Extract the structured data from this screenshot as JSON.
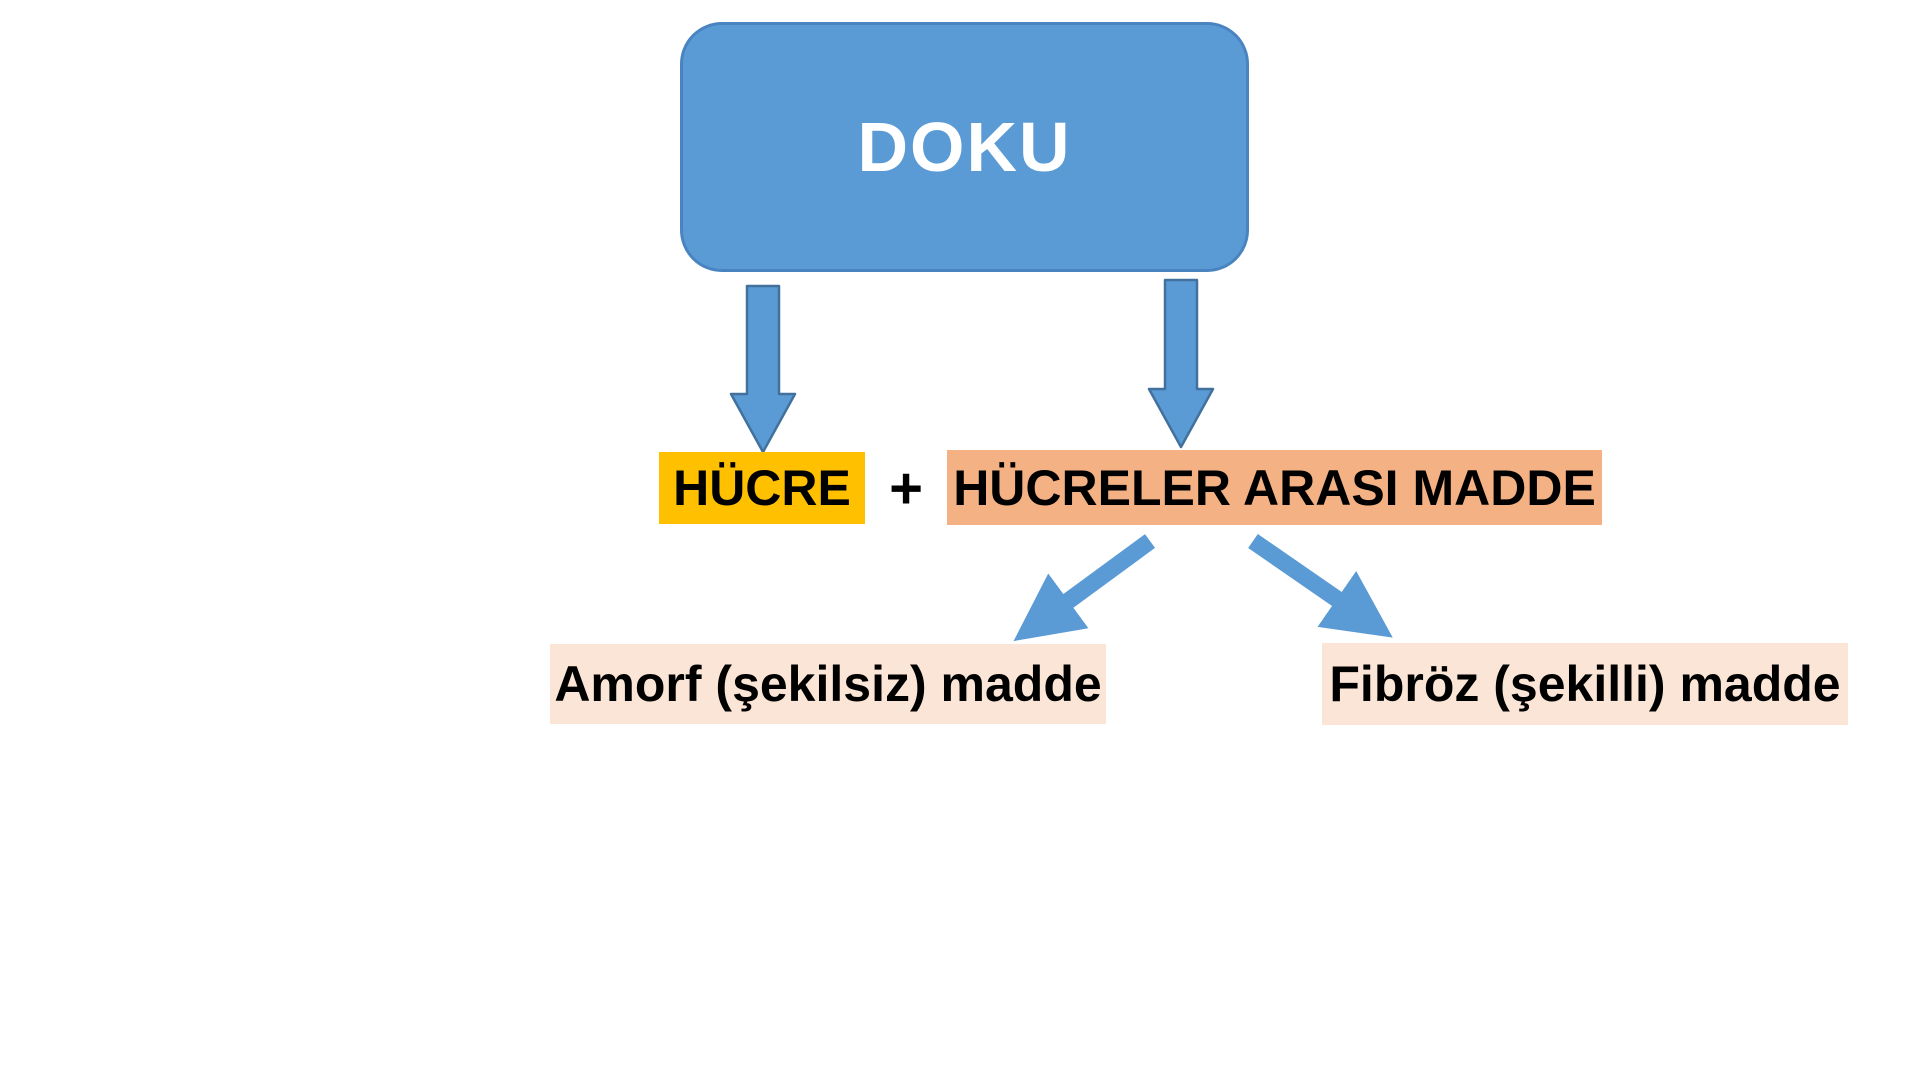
{
  "colors": {
    "background": "#ffffff",
    "root_fill": "#5b9bd5",
    "root_stroke": "#4a84c0",
    "root_text": "#ffffff",
    "arrow_fill": "#5b9bd5",
    "arrow_stroke": "#41719c",
    "cell_fill": "#ffc000",
    "matrix_fill": "#f4b183",
    "sub_fill": "#fbe5d6",
    "text": "#000000"
  },
  "diagram": {
    "root": {
      "label": "DOKU"
    },
    "operator": "+",
    "components": [
      {
        "id": "hucre",
        "label": "HÜCRE"
      },
      {
        "id": "hucreler-arasi-madde",
        "label": "HÜCRELER ARASI MADDE"
      }
    ],
    "subtypes": [
      {
        "id": "amorf",
        "label": "Amorf (şekilsiz) madde"
      },
      {
        "id": "fibroz",
        "label": "Fibröz (şekilli) madde"
      }
    ],
    "relations": [
      "doku-to-hucre",
      "doku-to-hucreler-arasi-madde",
      "hucreler-arasi-madde-to-amorf",
      "hucreler-arasi-madde-to-fibroz"
    ]
  }
}
